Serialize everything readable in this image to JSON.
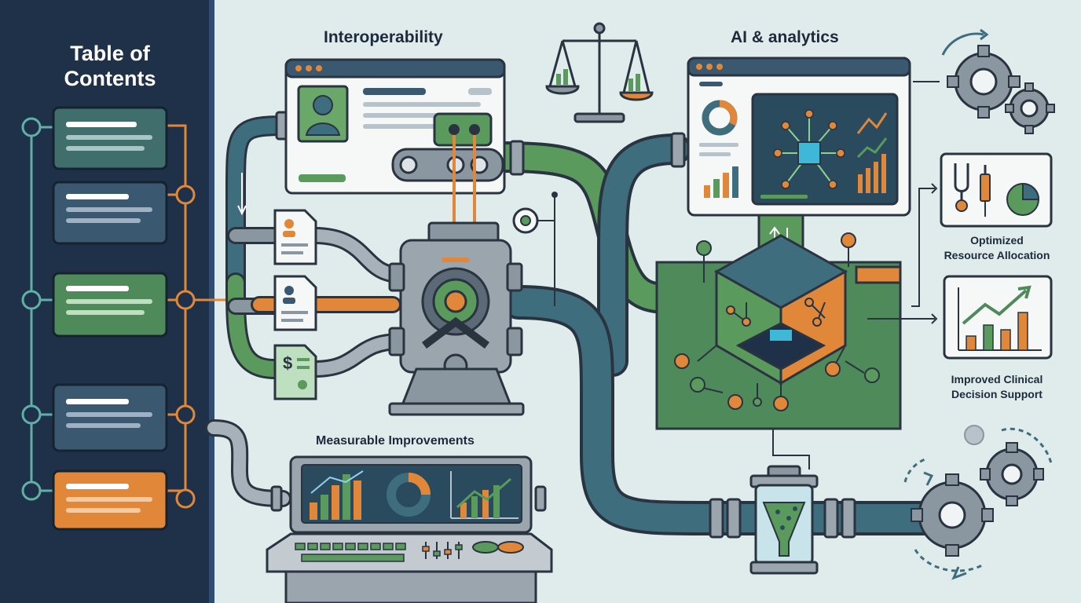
{
  "sidebar": {
    "title_line1": "Table of",
    "title_line2": "Contents",
    "cards": [
      {
        "color": "#3f6e6c"
      },
      {
        "color": "#3a5870"
      },
      {
        "color": "#4f8a5a"
      },
      {
        "color": "#3a5870"
      },
      {
        "color": "#e0873a"
      }
    ]
  },
  "labels": {
    "interoperability": "Interoperability",
    "ai_analytics": "AI & analytics",
    "measurable_improvements": "Measurable Improvements",
    "optimized_line1": "Optimized",
    "optimized_line2": "Resource Allocation",
    "clinical_line1": "Improved Clinical",
    "clinical_line2": "Decision Support"
  },
  "colors": {
    "navy": "#1f3148",
    "teal_pipe": "#3e6d7d",
    "green_pipe": "#5a9a5c",
    "orange": "#e0873a",
    "steel": "#8a96a0",
    "outline": "#2a3441"
  }
}
